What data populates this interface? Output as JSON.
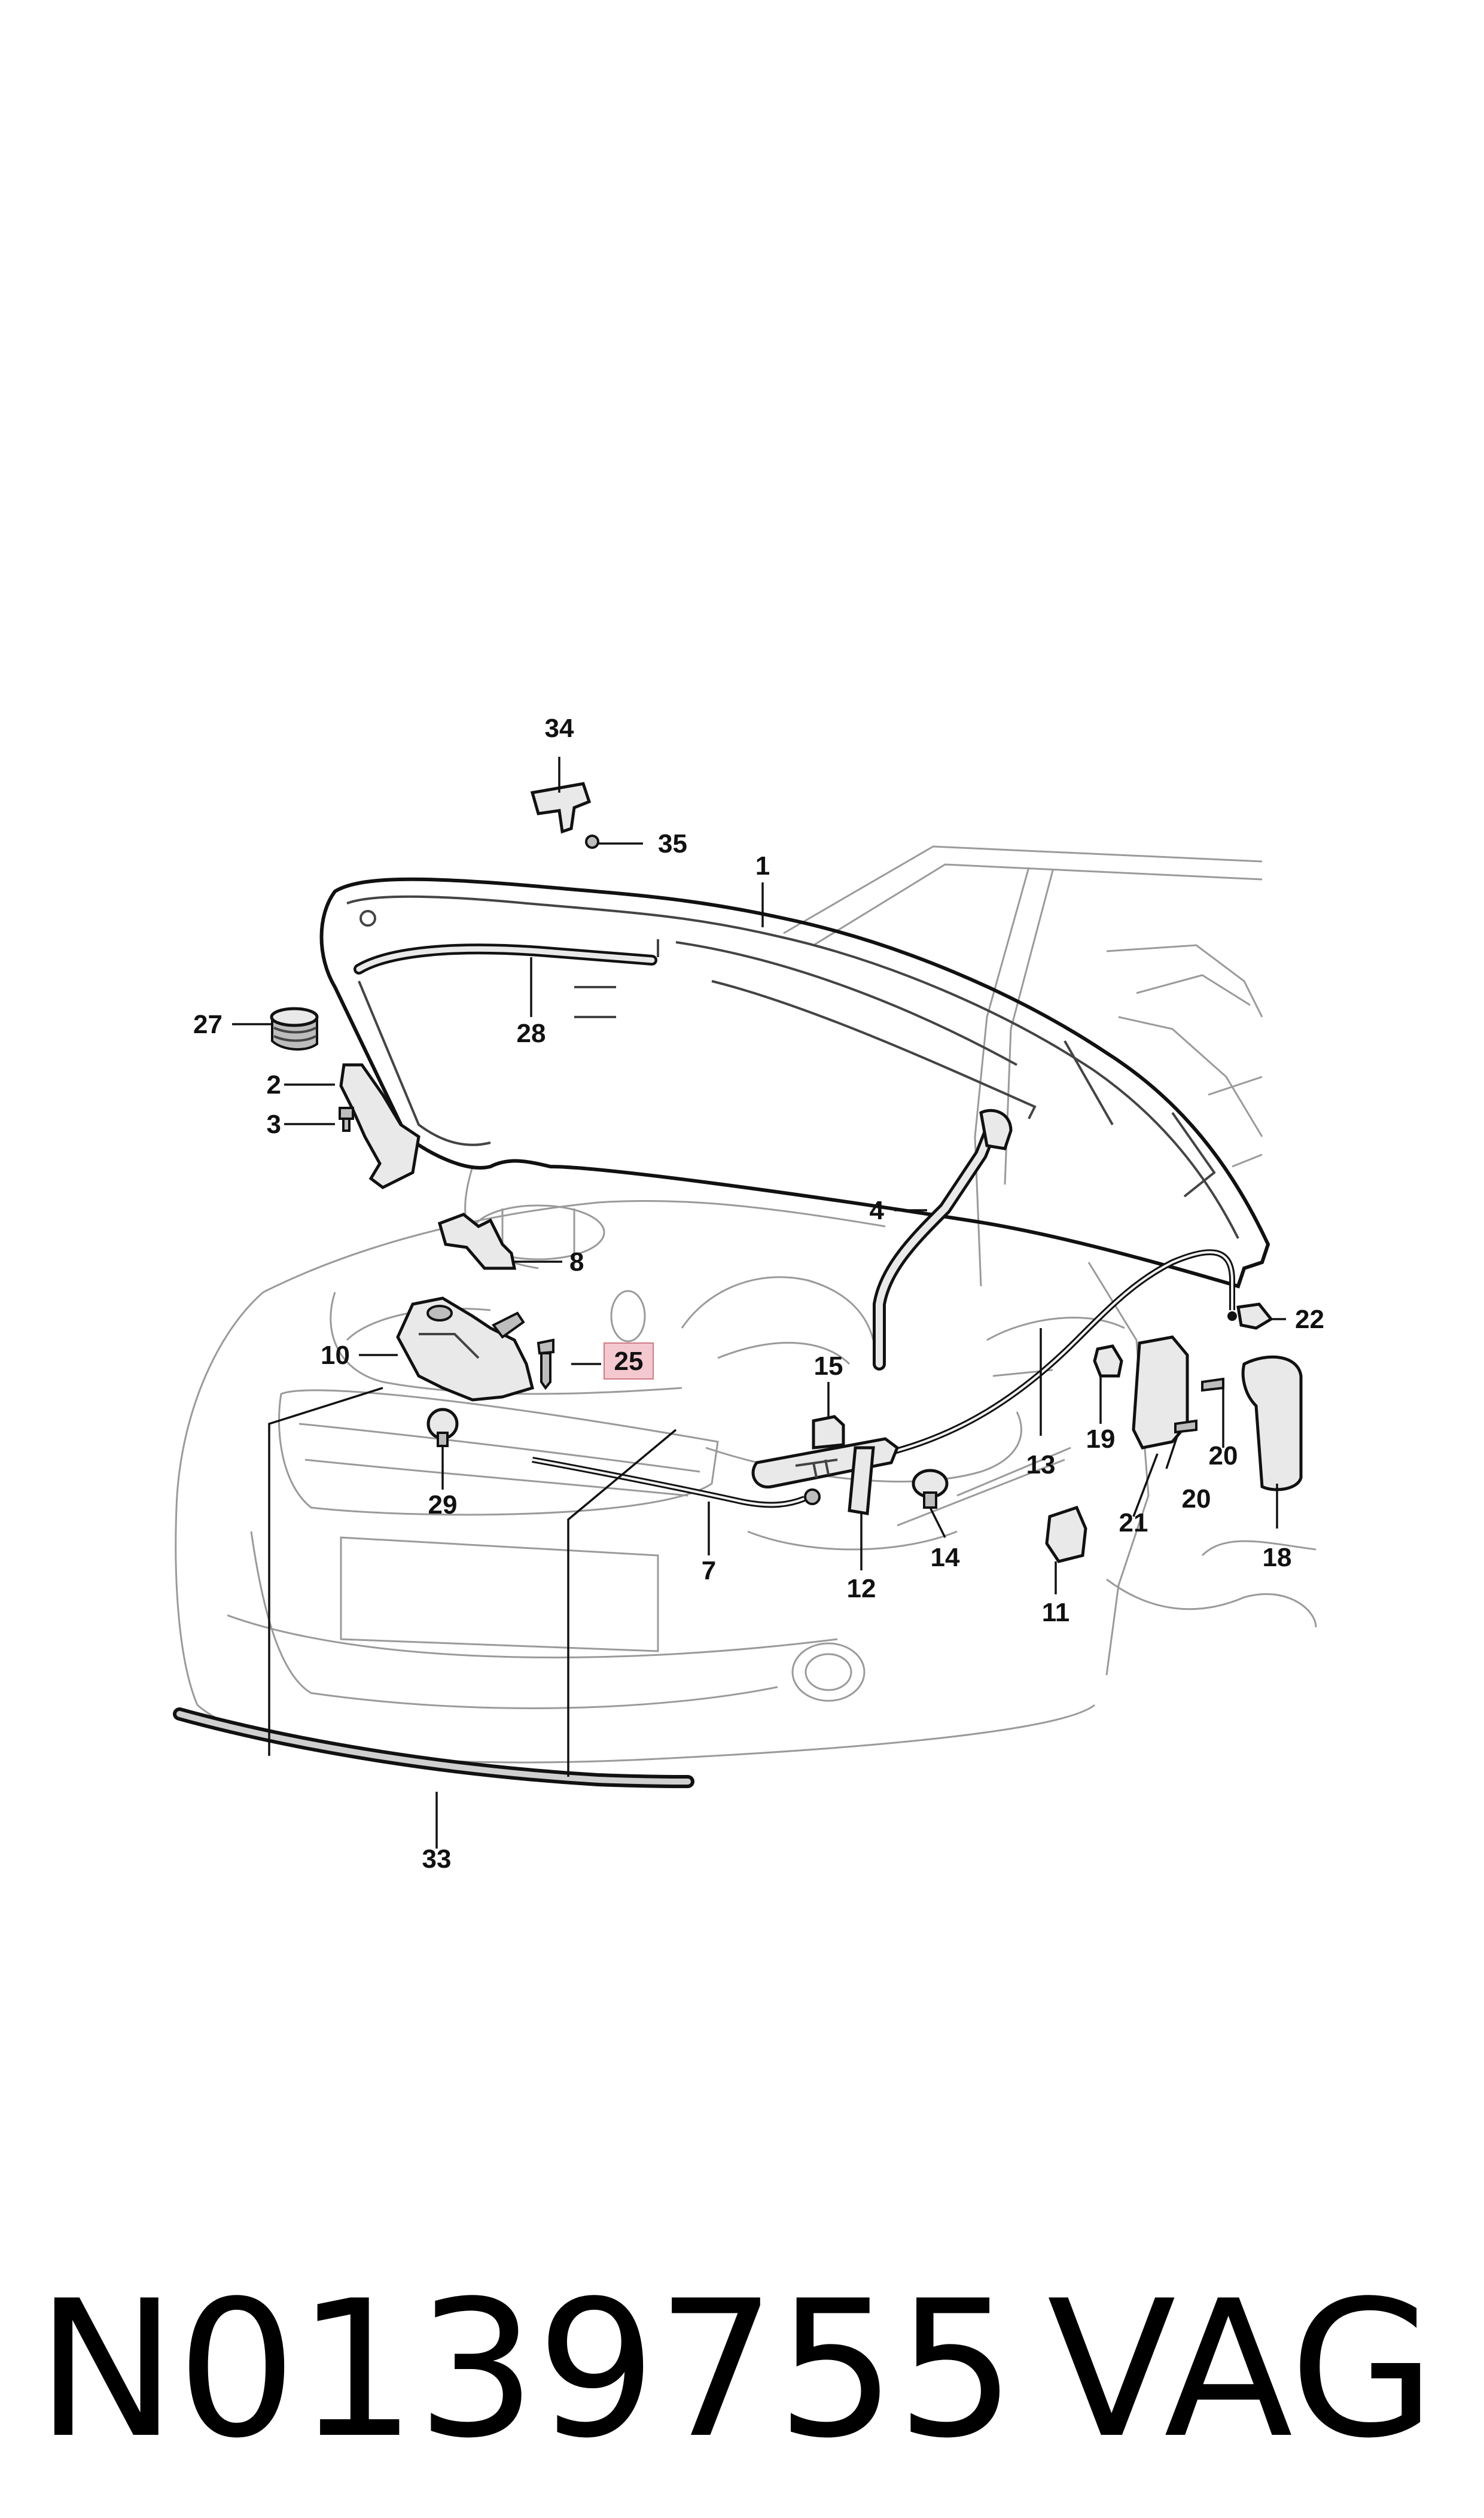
{
  "diagram": {
    "callouts": [
      {
        "id": "c34",
        "label": "34"
      },
      {
        "id": "c35",
        "label": "35"
      },
      {
        "id": "c1",
        "label": "1"
      },
      {
        "id": "c27",
        "label": "27"
      },
      {
        "id": "c28",
        "label": "28"
      },
      {
        "id": "c2",
        "label": "2"
      },
      {
        "id": "c3",
        "label": "3"
      },
      {
        "id": "c4",
        "label": "4"
      },
      {
        "id": "c8",
        "label": "8"
      },
      {
        "id": "c22",
        "label": "22"
      },
      {
        "id": "c10",
        "label": "10"
      },
      {
        "id": "c25",
        "label": "25"
      },
      {
        "id": "c15",
        "label": "15"
      },
      {
        "id": "c19",
        "label": "19"
      },
      {
        "id": "c20a",
        "label": "20"
      },
      {
        "id": "c29",
        "label": "29"
      },
      {
        "id": "c13",
        "label": "13"
      },
      {
        "id": "c20b",
        "label": "20"
      },
      {
        "id": "c21",
        "label": "21"
      },
      {
        "id": "c7",
        "label": "7"
      },
      {
        "id": "c12",
        "label": "12"
      },
      {
        "id": "c14",
        "label": "14"
      },
      {
        "id": "c18",
        "label": "18"
      },
      {
        "id": "c11",
        "label": "11"
      },
      {
        "id": "c33",
        "label": "33"
      }
    ],
    "highlighted_callout": "25",
    "highlight_color": "#f3c9cf"
  },
  "footer": {
    "part_number": "N0139755",
    "brand": "VAG"
  }
}
